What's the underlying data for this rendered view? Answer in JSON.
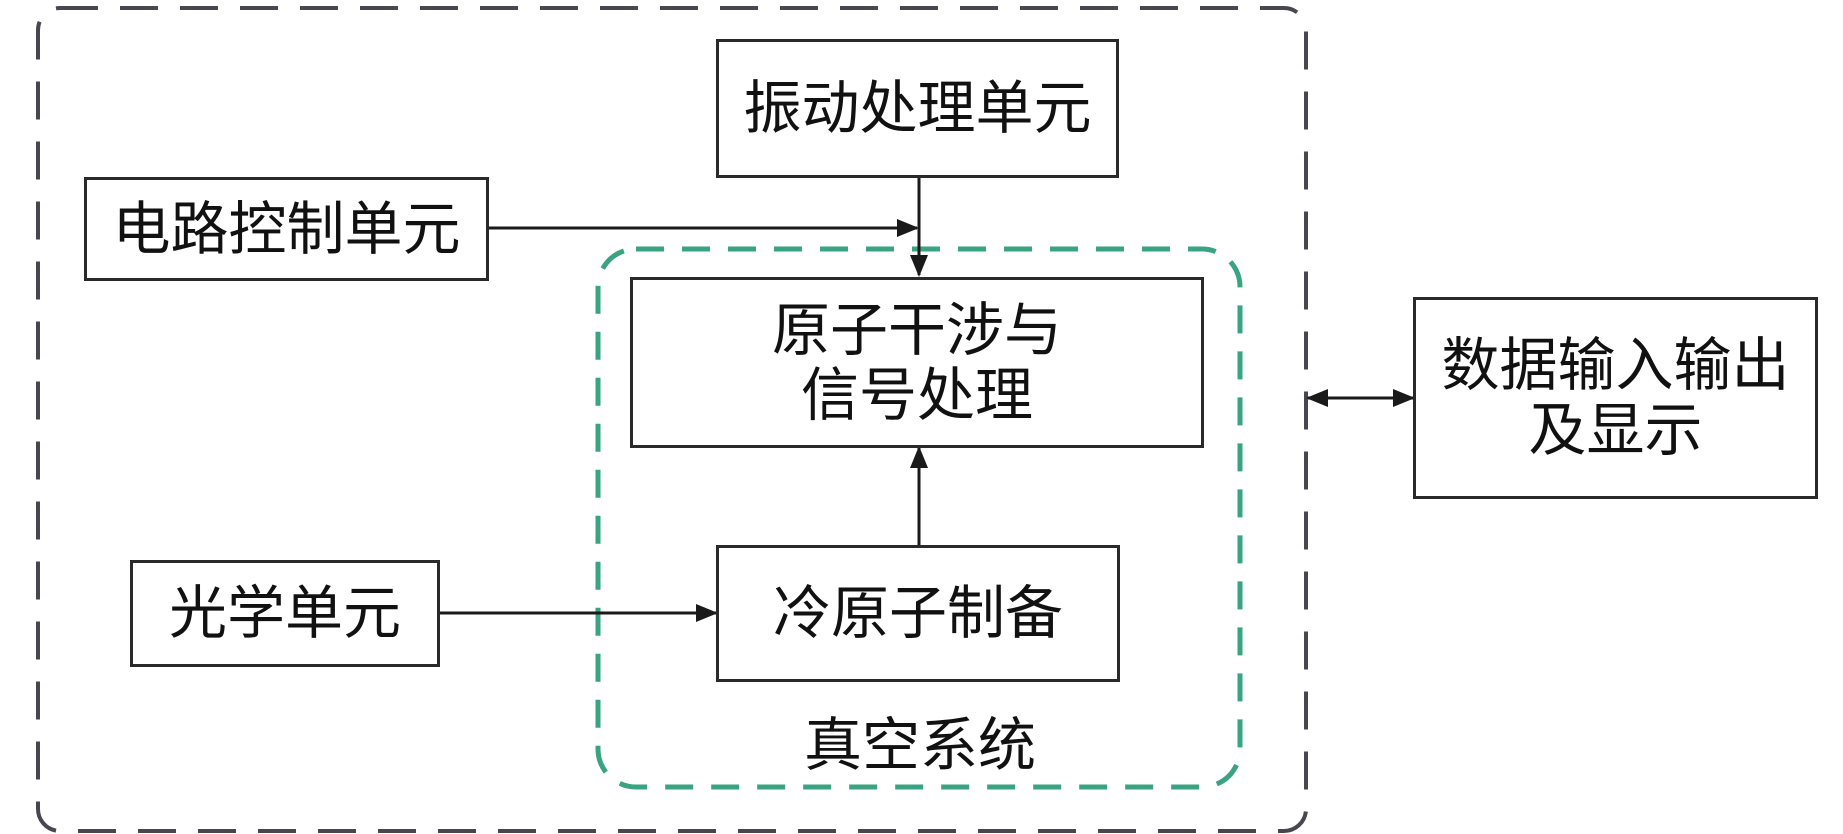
{
  "diagram": {
    "title": "",
    "colors": {
      "outer_border": "#4a4650",
      "vacuum_border": "#3aa37f",
      "box_border": "#2a2a2a",
      "arrow": "#1a1a1a",
      "text": "#111111"
    },
    "boxes": {
      "vibration": "振动处理单元",
      "circuit": "电路控制单元",
      "interference": "原子干涉与\n信号处理",
      "optics": "光学单元",
      "cold_atom": "冷原子制备",
      "data_io": "数据输入输出\n及显示"
    },
    "groups": {
      "vacuum_system": "真空系统"
    },
    "connections": [
      {
        "from": "振动处理单元",
        "to": "原子干涉与信号处理",
        "type": "arrow"
      },
      {
        "from": "电路控制单元",
        "to": "原子干涉与信号处理",
        "type": "arrow"
      },
      {
        "from": "光学单元",
        "to": "冷原子制备",
        "type": "arrow"
      },
      {
        "from": "冷原子制备",
        "to": "原子干涉与信号处理",
        "type": "arrow"
      },
      {
        "from": "系统边界",
        "to": "数据输入输出及显示",
        "type": "bidirectional"
      }
    ]
  }
}
